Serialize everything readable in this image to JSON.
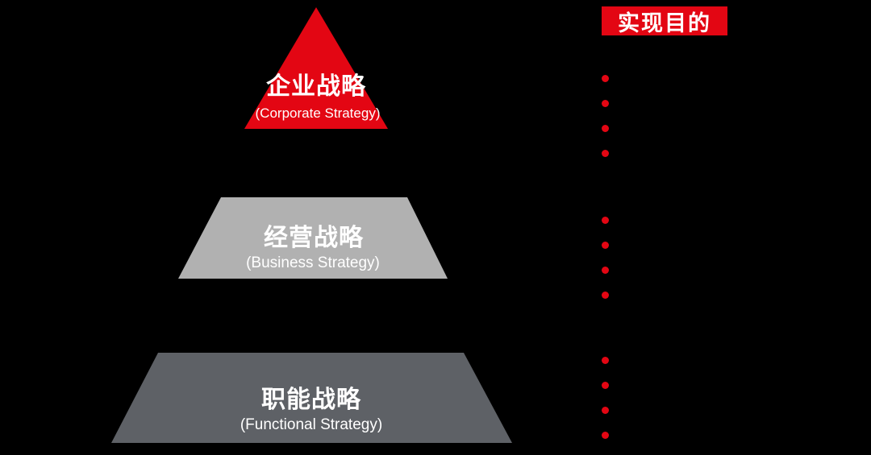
{
  "background_color": "#000000",
  "colors": {
    "accent_red": "#e30613",
    "light_gray": "#b1b1b1",
    "dark_gray": "#5e6166",
    "text_white": "#ffffff"
  },
  "pyramid": {
    "levels": [
      {
        "id": "corporate",
        "title": "企业战略",
        "subtitle": "(Corporate Strategy)",
        "shape": "triangle",
        "fill": "#e30613"
      },
      {
        "id": "business",
        "title": "经营战略",
        "subtitle": "(Business Strategy)",
        "shape": "trapezoid",
        "fill": "#b1b1b1"
      },
      {
        "id": "functional",
        "title": "职能战略",
        "subtitle": "(Functional Strategy)",
        "shape": "trapezoid",
        "fill": "#5e6166"
      }
    ]
  },
  "legend": {
    "header": "实现目的",
    "header_bg": "#e30613",
    "bullet_color": "#e30613",
    "bullet_groups": [
      4,
      4,
      4
    ]
  }
}
